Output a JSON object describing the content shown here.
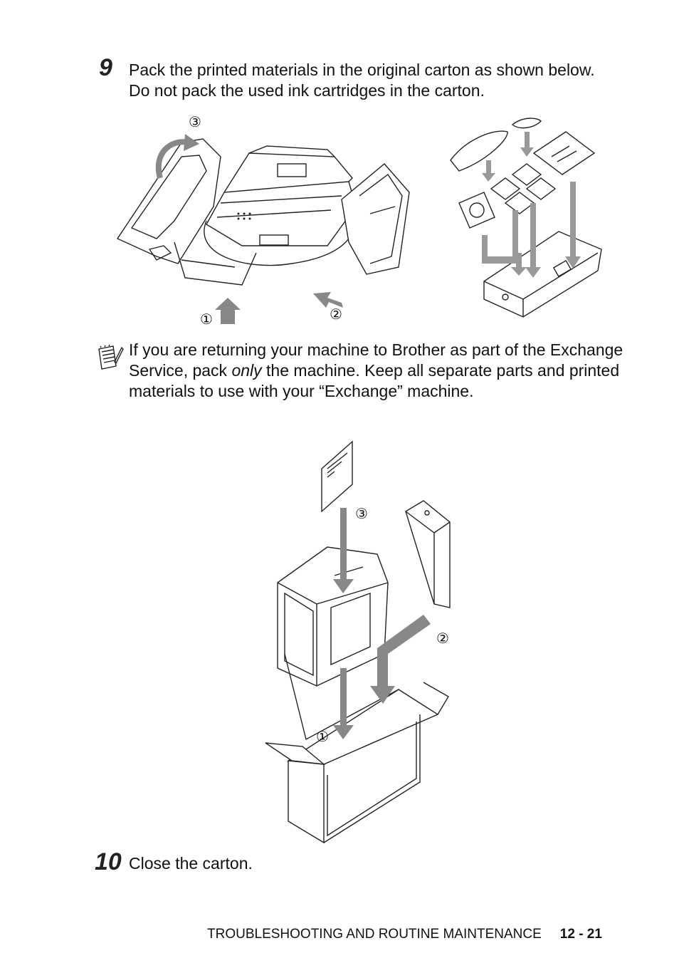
{
  "steps": [
    {
      "number": "9",
      "lines": [
        "Pack the printed materials in the original carton as shown below.",
        "Do not pack the used ink cartridges in the carton."
      ]
    },
    {
      "number": "10",
      "lines": [
        "Close the carton."
      ]
    }
  ],
  "note": {
    "icon": "notepad-icon",
    "before": "If you are returning your machine to Brother as part of the Exchange Service, pack ",
    "emphasis": "only",
    "after": " the machine. Keep all separate parts and printed materials to use with your “Exchange” machine."
  },
  "figures": {
    "fig1": {
      "markers": [
        "①",
        "②",
        "③"
      ]
    },
    "fig2": {
      "markers": [
        "①",
        "②",
        "③"
      ]
    }
  },
  "footer": {
    "section": "TROUBLESHOOTING AND ROUTINE MAINTENANCE",
    "page": "12 - 21"
  }
}
